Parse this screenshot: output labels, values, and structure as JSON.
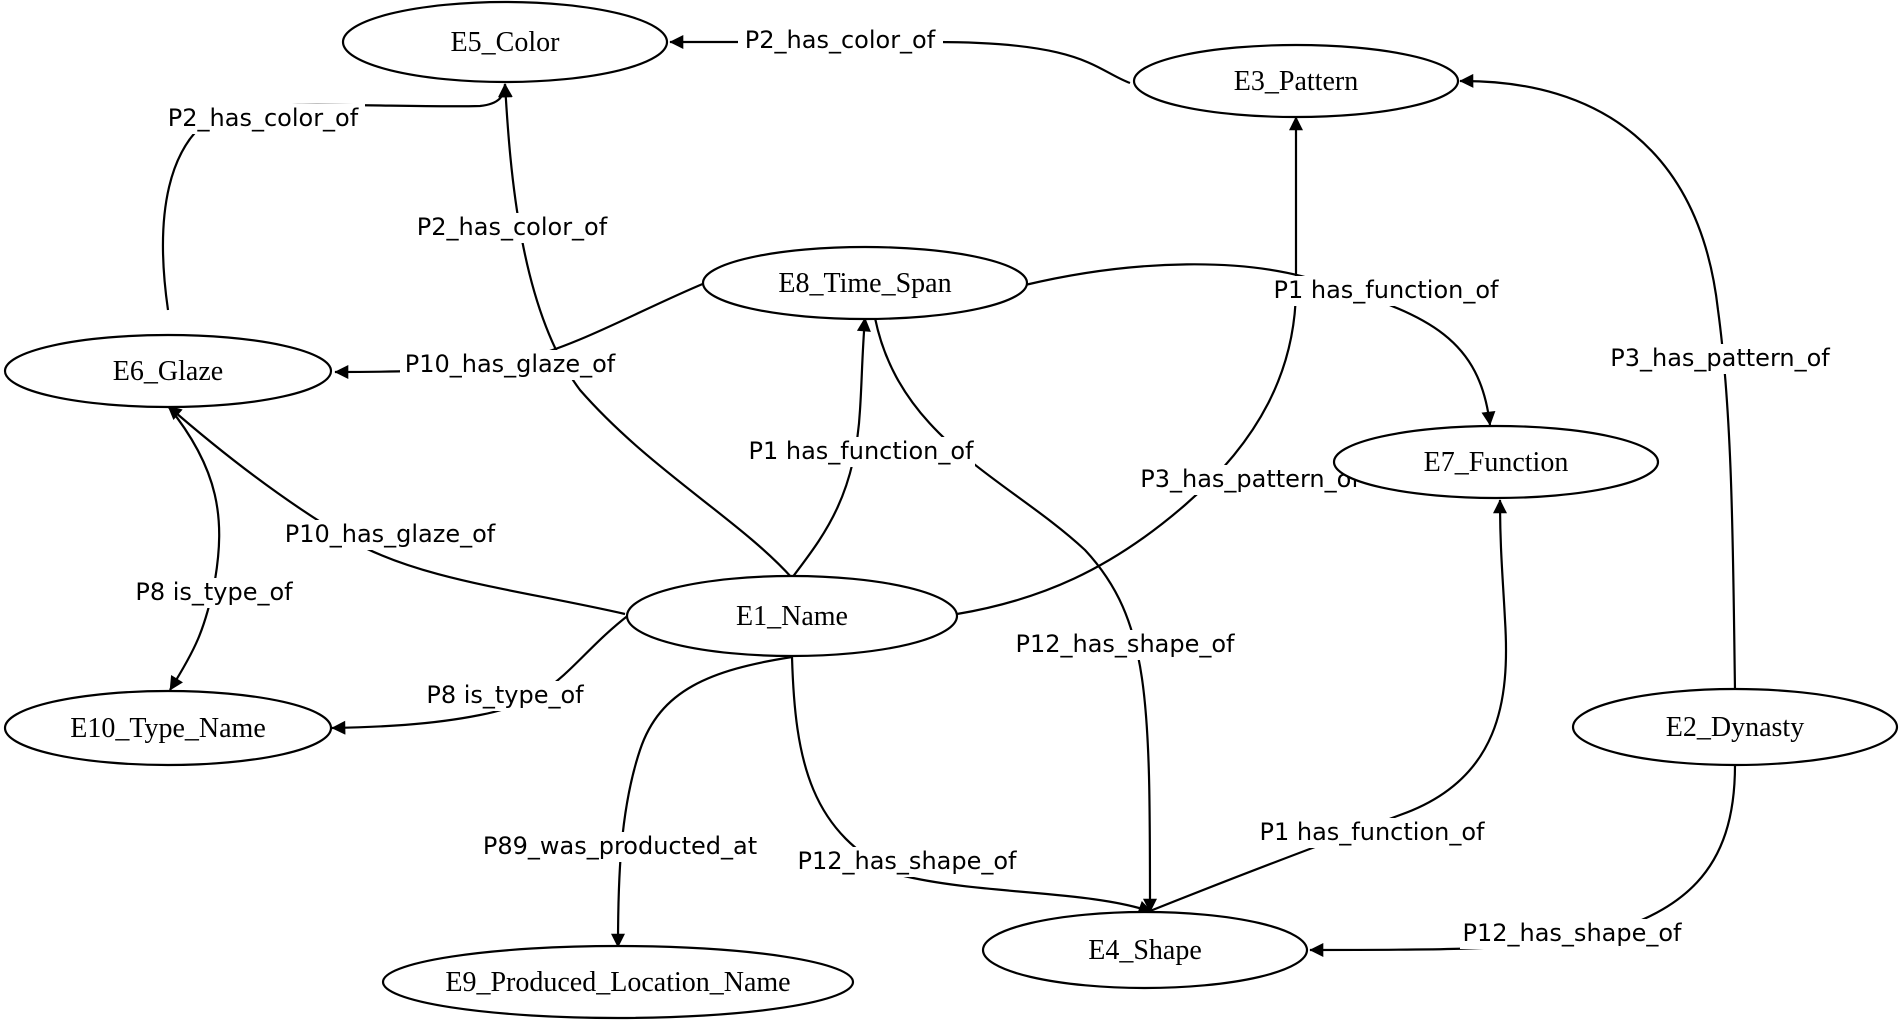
{
  "nodes": {
    "e5": "E5_Color",
    "e3": "E3_Pattern",
    "e8": "E8_Time_Span",
    "e6": "E6_Glaze",
    "e7": "E7_Function",
    "e1": "E1_Name",
    "e2": "E2_Dynasty",
    "e10": "E10_Type_Name",
    "e4": "E4_Shape",
    "e9": "E9_Produced_Location_Name"
  },
  "edges": {
    "e3_e5": "P2_has_color_of",
    "e6_e5": "P2_has_color_of",
    "e1_e5": "P2_has_color_of",
    "e8_e7": "P1 has_function_of",
    "e2_e3": "P3_has_pattern_of",
    "e8_e6": "P10_has_glaze_of",
    "e1_e8": "P1 has_function_of",
    "e1_e3": "P3_has_pattern_of",
    "e1_e6": "P10_has_glaze_of",
    "e6_e10": "P8 is_type_of",
    "e8_e4": "P12_has_shape_of",
    "e1_e10": "P8 is_type_of",
    "e1_e9": "P89_was_producted_at",
    "e1_e4": "P12_has_shape_of",
    "e4_e7": "P1 has_function_of",
    "e2_e4": "P12_has_shape_of"
  }
}
